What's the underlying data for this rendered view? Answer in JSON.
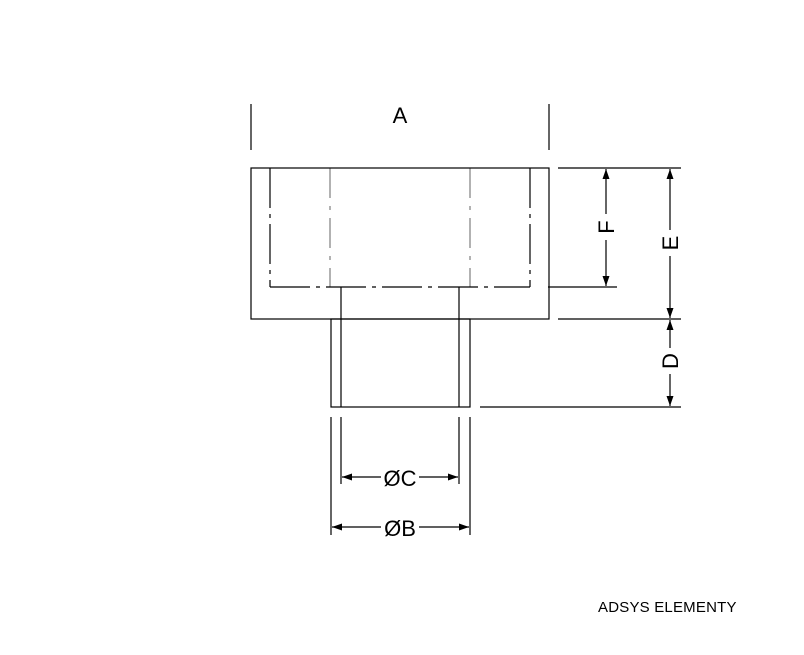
{
  "dimensions": {
    "a": "A",
    "b": "ØB",
    "c": "ØC",
    "d": "D",
    "e": "E",
    "f": "F"
  },
  "footer": {
    "company": "ADSYS ELEMENTY"
  },
  "colors": {
    "line": "#000000",
    "background": "#ffffff"
  }
}
